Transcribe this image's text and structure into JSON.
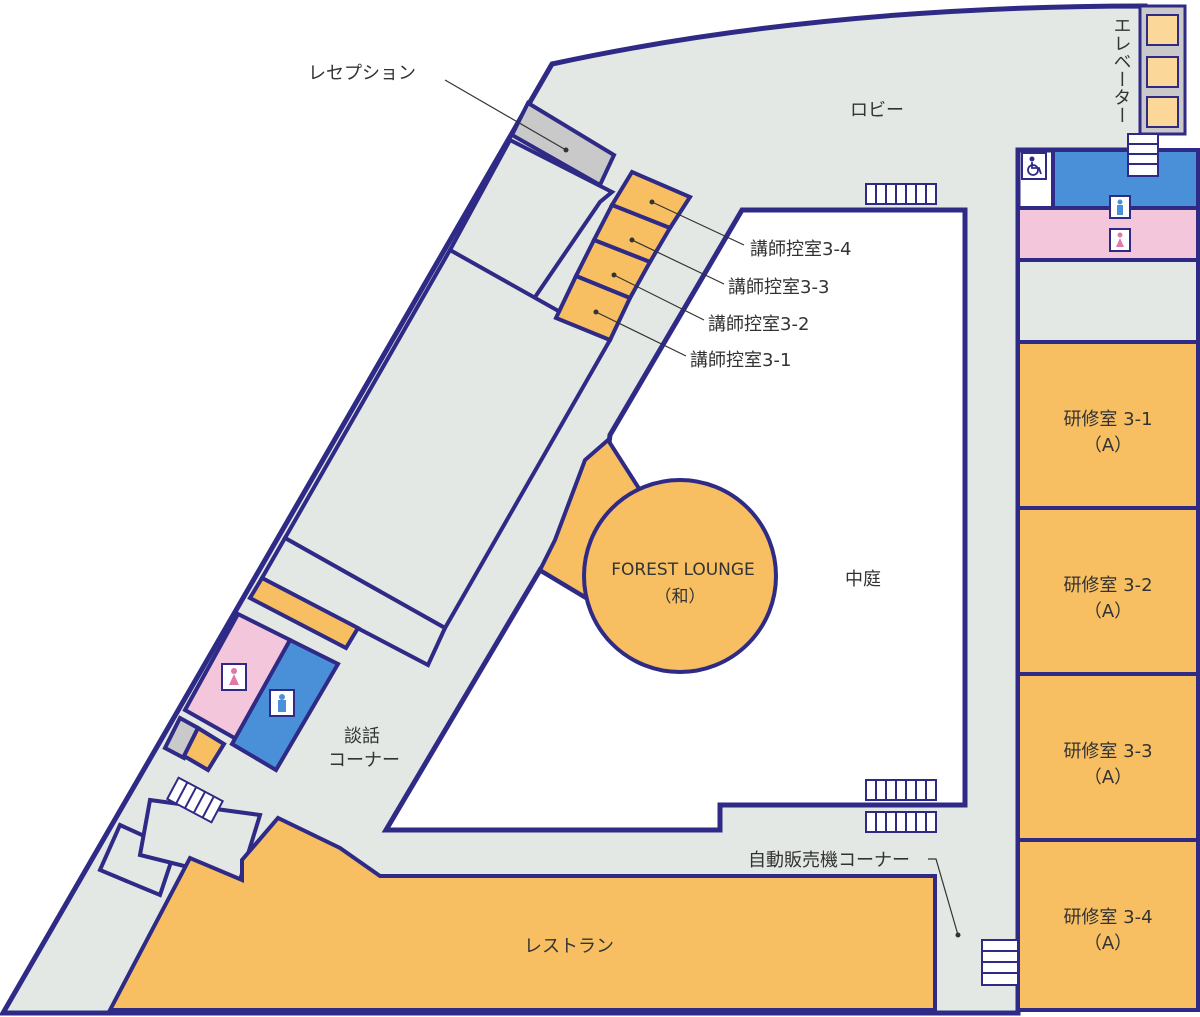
{
  "colors": {
    "wall": "#2e2a86",
    "corridor": "#e3e8e4",
    "room": "#f7bf62",
    "restroom_female": "#f4c6dc",
    "restroom_male": "#4a90d9",
    "background": "#ffffff"
  },
  "labels": {
    "reception": "レセプション",
    "lobby": "ロビー",
    "elevator": "エレベーター",
    "courtyard": "中庭",
    "lounge_name": "FOREST LOUNGE",
    "lounge_sub": "（和）",
    "talk_corner_line1": "談話",
    "talk_corner_line2": "コーナー",
    "vending": "自動販売機コーナー",
    "restaurant": "レストラン"
  },
  "instructor_rooms": [
    {
      "label": "講師控室3-4"
    },
    {
      "label": "講師控室3-3"
    },
    {
      "label": "講師控室3-2"
    },
    {
      "label": "講師控室3-1"
    }
  ],
  "training_rooms": [
    {
      "name": "研修室 3-1",
      "type": "（A）"
    },
    {
      "name": "研修室 3-2",
      "type": "（A）"
    },
    {
      "name": "研修室 3-3",
      "type": "（A）"
    },
    {
      "name": "研修室 3-4",
      "type": "（A）"
    }
  ],
  "icons": {
    "wheelchair": "wheelchair-icon",
    "male": "male-restroom-icon",
    "female": "female-restroom-icon",
    "stairs": "stairs-icon"
  }
}
